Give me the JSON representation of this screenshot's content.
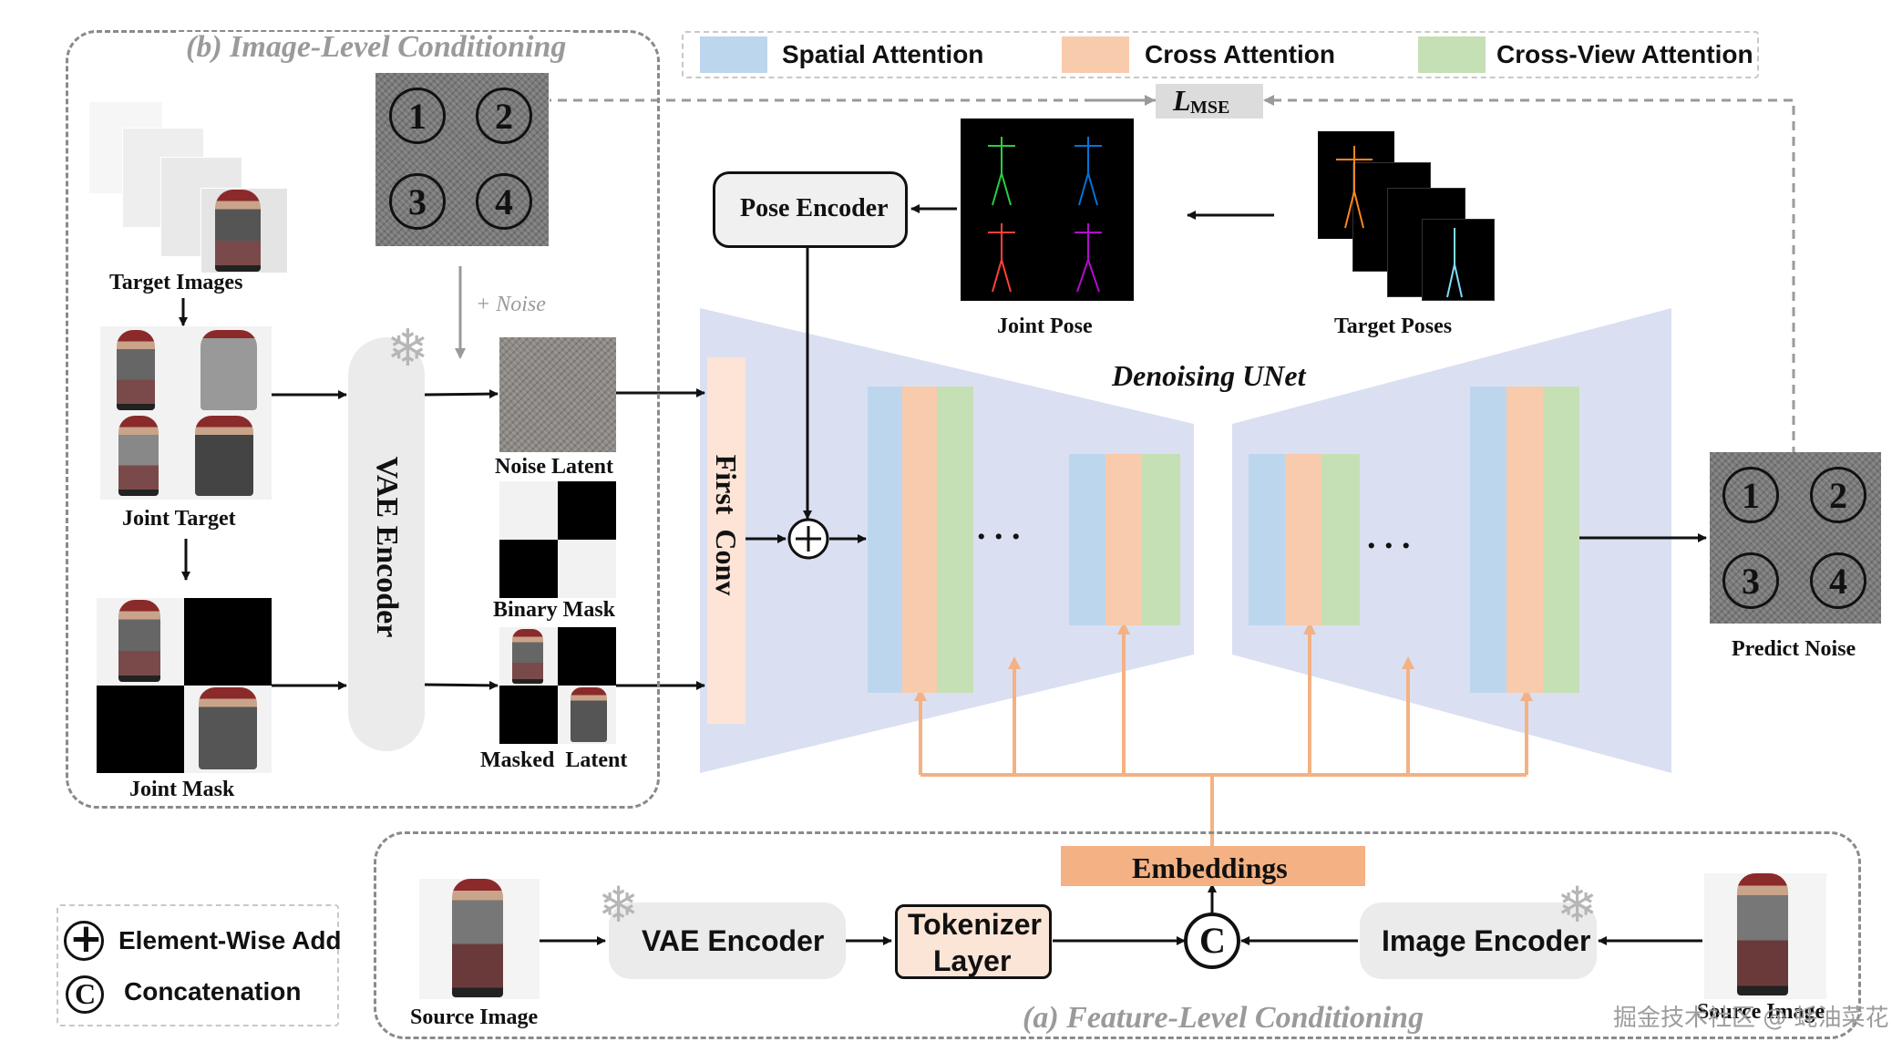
{
  "legend": {
    "spatial": "Spatial Attention",
    "cross": "Cross Attention",
    "crossview": "Cross-View Attention",
    "element_add": "Element-Wise Add",
    "concat": "Concatenation"
  },
  "colors": {
    "spatial": "#bcd6ee",
    "cross": "#f8cbad",
    "crossview": "#c5e0b4",
    "unet_bg": "#dae0f2",
    "first_conv": "#fde4d6",
    "embeddings": "#f4b183",
    "tokenizer": "#fbe5d6",
    "orange_line": "#f4b183"
  },
  "image_level": {
    "title": "(b) Image-Level Conditioning",
    "target_images": "Target Images",
    "joint_target": "Joint Target",
    "joint_mask": "Joint Mask",
    "noise": "+ Noise",
    "vae_encoder": "VAE Encoder",
    "noise_latent": "Noise Latent",
    "binary_mask": "Binary Mask",
    "masked_latent": "Masked  Latent",
    "quadrants": [
      "1",
      "2",
      "3",
      "4"
    ]
  },
  "loss": {
    "symbol": "L",
    "subscript": "MSE"
  },
  "pose": {
    "pose_encoder": "Pose Encoder",
    "joint_pose": "Joint Pose",
    "target_poses": "Target Poses"
  },
  "unet": {
    "title": "Denoising UNet",
    "first_conv": "First  Conv",
    "ellipsis": ". . ."
  },
  "output": {
    "predict_noise": "Predict Noise",
    "quadrants": [
      "1",
      "2",
      "3",
      "4"
    ]
  },
  "feature_level": {
    "title": "(a) Feature-Level Conditioning",
    "source_image_left": "Source Image",
    "source_image_right": "Source Image",
    "vae_encoder": "VAE Encoder",
    "tokenizer_line1": "Tokenizer",
    "tokenizer_line2": "Layer",
    "embeddings": "Embeddings",
    "image_encoder": "Image Encoder",
    "concat_symbol": "C",
    "add_symbol": "+"
  },
  "watermark": "掘金技术社区 @ 蚝油菜花"
}
